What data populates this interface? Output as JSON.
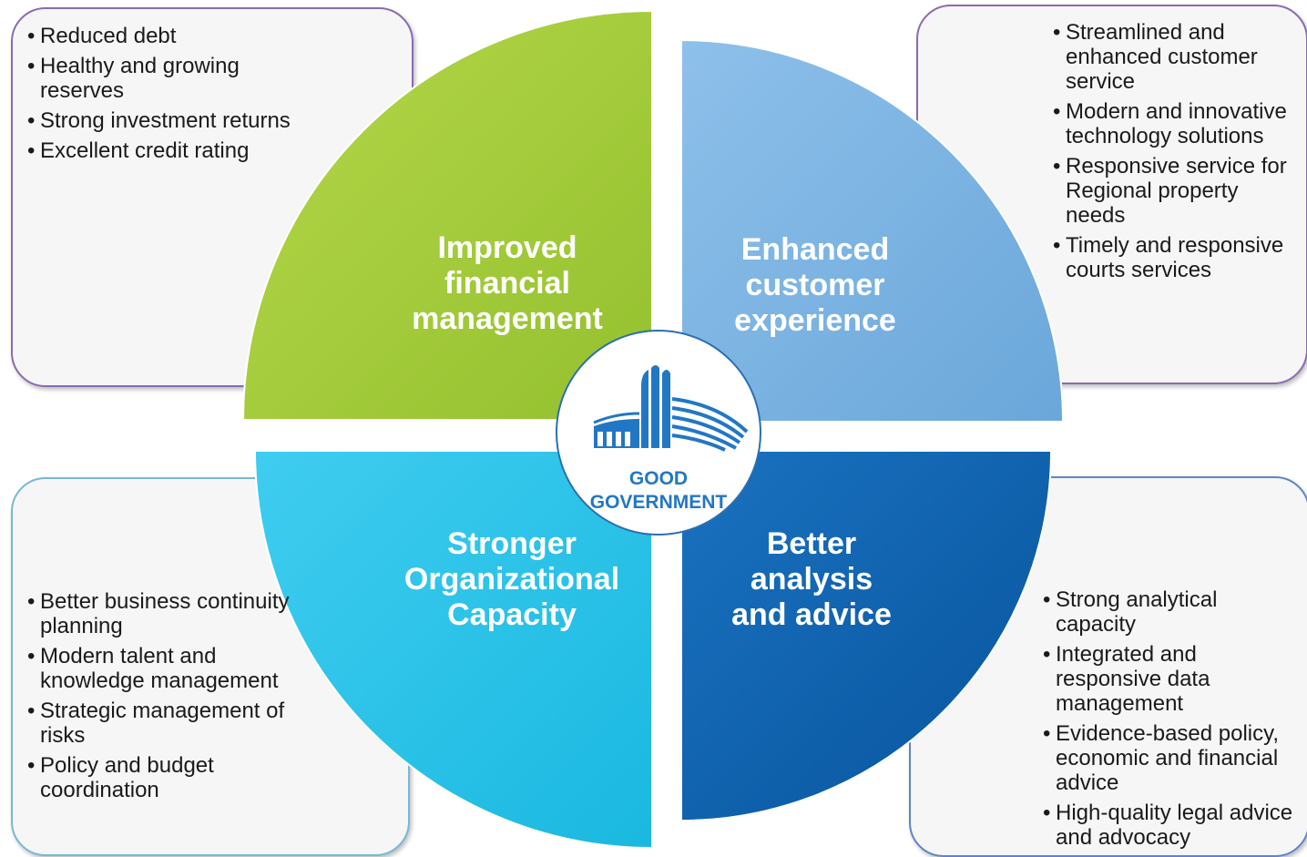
{
  "quadrants": {
    "top_left": {
      "title": "Improved\nfinancial\nmanagement",
      "color": "#a3cc3c"
    },
    "top_right": {
      "title": "Enhanced\ncustomer\nexperience",
      "color": "#7ab3e2"
    },
    "bottom_left": {
      "title": "Stronger\nOrganizational\nCapacity",
      "color": "#2ec5ea"
    },
    "bottom_right": {
      "title": "Better\nanalysis\nand advice",
      "color": "#0b63b3"
    }
  },
  "lists": {
    "top_left": [
      "Reduced debt",
      "Healthy and growing reserves",
      "Strong investment returns",
      "Excellent credit rating"
    ],
    "top_right": [
      "Streamlined and enhanced customer service",
      "Modern and innovative technology solutions",
      "Responsive service for Regional property needs",
      "Timely and responsive courts services"
    ],
    "bottom_left": [
      "Better business continuity planning",
      "Modern talent and knowledge management",
      "Strategic management of risks",
      "Policy and budget coordination"
    ],
    "bottom_right": [
      "Strong analytical capacity",
      "Integrated and responsive data management",
      "Evidence-based policy, economic and financial advice",
      "High-quality legal advice and advocacy"
    ]
  },
  "logo": {
    "line1": "GOOD",
    "line2": "GOVERNMENT",
    "icon": "building-icon",
    "color": "#2277c4"
  }
}
